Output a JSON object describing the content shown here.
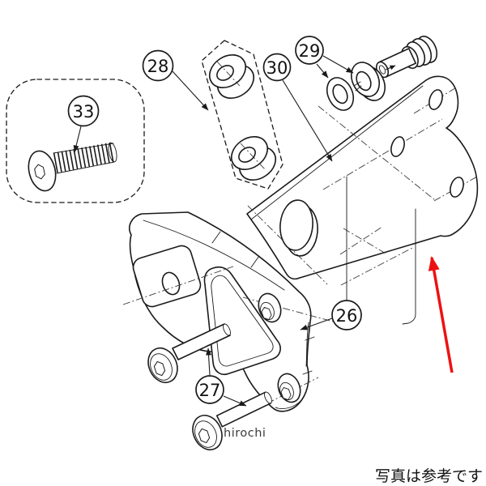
{
  "diagram": {
    "type": "exploded-parts-diagram",
    "callouts": {
      "c26": {
        "label": "26"
      },
      "c27": {
        "label": "27"
      },
      "c28": {
        "label": "28"
      },
      "c29": {
        "label": "29"
      },
      "c30": {
        "label": "30"
      },
      "c33": {
        "label": "33"
      }
    },
    "watermark": {
      "text": "hirochi"
    },
    "caption": {
      "text": "写真は参考です"
    },
    "colors": {
      "line": "#1a1a1a",
      "highlight_arrow": "#ee1111",
      "background": "#ffffff",
      "watermark": "#3a3a3a"
    }
  }
}
